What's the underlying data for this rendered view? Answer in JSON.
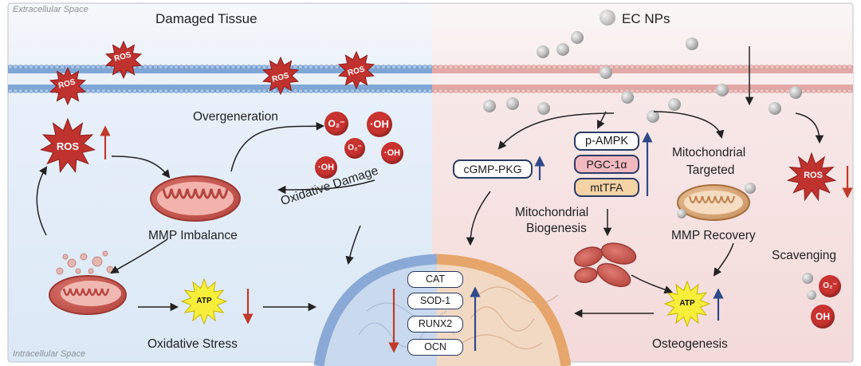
{
  "zones": {
    "extracellular": "Extracellular Space",
    "intracellular": "Intracellular Space"
  },
  "left": {
    "title": "Damaged Tissue",
    "overgeneration": "Overgeneration",
    "oxidative_damage": "Oxidative Damage",
    "mmp_imbalance": "MMP Imbalance",
    "oxidative_stress": "Oxidative Stress",
    "ros_label": "ROS",
    "atp_label": "ATP"
  },
  "radicals": {
    "superoxide": "O₂⁻",
    "superoxide_small": "O₂⁻",
    "hydroxyl": "·OH"
  },
  "right": {
    "title": "EC NPs",
    "cgmp": "cGMP-PKG",
    "pampk": "p-AMPK",
    "pgc": "PGC-1α",
    "mttfa": "mtTFA",
    "mito_biogenesis_1": "Mitochondrial",
    "mito_biogenesis_2": "Biogenesis",
    "mito_targeted_1": "Mitochondrial",
    "mito_targeted_2": "Targeted",
    "mmp_recovery": "MMP Recovery",
    "scavenging": "Scavenging",
    "osteogenesis": "Osteogenesis",
    "ros_label": "ROS",
    "atp_label": "ATP",
    "oh_label": "OH"
  },
  "nucleus": {
    "genes": [
      "CAT",
      "SOD-1",
      "RUNX2",
      "OCN"
    ]
  },
  "colors": {
    "down_arrow": "#c0392b",
    "up_arrow": "#2f4a8a",
    "ros": "#c0322e",
    "atp": "#f7ee3a"
  }
}
